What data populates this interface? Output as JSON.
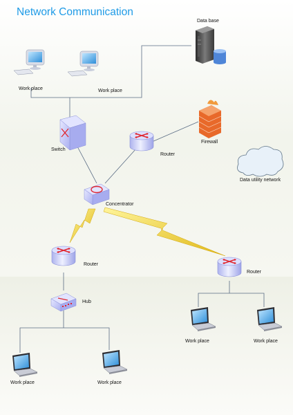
{
  "title": "Network Communication",
  "labels": {
    "database": "Data base",
    "workplace_1": "Work place",
    "workplace_2": "Work place",
    "switch": "Switch",
    "router_top": "Router",
    "firewall": "Firewall",
    "cloud": "Data utility network",
    "concentrator": "Concentrator",
    "router_left": "Router",
    "router_right": "Router",
    "hub": "Hub",
    "workplace_3": "Work place",
    "workplace_4": "Work place",
    "workplace_5": "Work place",
    "workplace_6": "Work place"
  },
  "colors": {
    "title": "#1e9be6",
    "device_body": "#c9cdfa",
    "device_dark": "#9aa0e6",
    "arrow": "#e0262e",
    "wire": "#5a6c84",
    "lightning": "#f4d21e",
    "firewall": "#e8692a",
    "cloud": "#e8f1f9",
    "screen": "#5ab5ef"
  },
  "icons": {
    "database": "server-tower-icon",
    "workstation": "desktop-computer-icon",
    "laptop": "laptop-icon",
    "switch": "switch-icon",
    "router": "router-icon",
    "firewall": "brick-firewall-icon",
    "cloud": "cloud-icon",
    "concentrator": "concentrator-icon",
    "hub": "hub-icon",
    "link": "lightning-link-icon"
  }
}
